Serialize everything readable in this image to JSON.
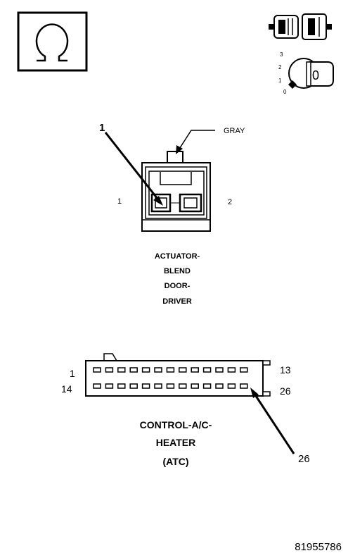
{
  "icons": {
    "ohmmeter": "ohm-symbol-icon",
    "connector_test": "disconnected-connector-icon",
    "ignition": "ignition-key-icon",
    "ignition_positions": [
      "3",
      "2",
      "1",
      "0"
    ],
    "ignition_key_label": "0"
  },
  "connector_top": {
    "callout": "1",
    "wire_label": "GRAY",
    "pin_left": "1",
    "pin_right": "2",
    "name_lines": [
      "ACTUATOR-",
      "BLEND",
      "DOOR-",
      "DRIVER"
    ]
  },
  "connector_bottom": {
    "pin_top_left": "1",
    "pin_top_right": "13",
    "pin_bottom_left": "14",
    "pin_bottom_right": "26",
    "callout": "26",
    "cavities_per_row": 13,
    "name_lines": [
      "CONTROL-A/C-",
      "HEATER",
      "(ATC)"
    ]
  },
  "figure_number": "81955786"
}
